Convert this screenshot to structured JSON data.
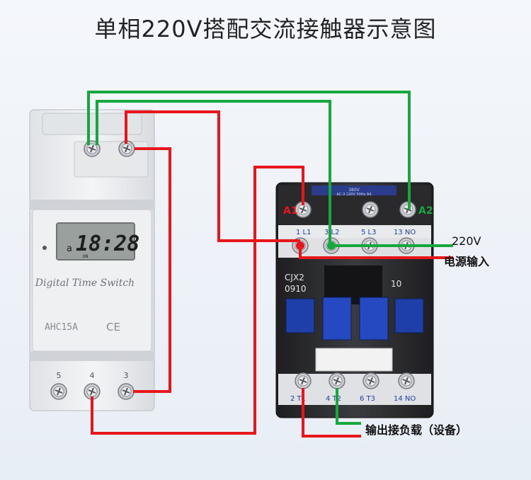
{
  "title": "单相220V搭配交流接触器示意图",
  "timer": {
    "display_mode": "a",
    "display_time": "18:28",
    "display_status": "ON",
    "brand_text": "Digital Time Switch",
    "model": "AHC15A",
    "ce_mark": "CE",
    "bottom_terminals": [
      "5",
      "4",
      "3"
    ]
  },
  "contactor": {
    "coil_a1": "A1",
    "coil_a2": "A2",
    "nameplate_line1": "380V",
    "nameplate_line2": "AC-3 220V 50Hz A4",
    "top_terminals": [
      "1 L1",
      "3 L2",
      "5 L3",
      "13 NO"
    ],
    "model_line1": "CJX2",
    "model_line2": "0910",
    "rating": "10",
    "bottom_terminals": [
      "2 T1",
      "4 T2",
      "6 T3",
      "14 NO"
    ]
  },
  "annotations": {
    "power_voltage": "220V",
    "power_input": "电源输入",
    "load_output": "输出接负载（设备）"
  },
  "colors": {
    "red_wire": "#e8151b",
    "green_wire": "#16a83c",
    "timer_body": "#eceef0",
    "contactor_body": "#2b2b2b",
    "contactor_blue": "#1f3fa8"
  }
}
